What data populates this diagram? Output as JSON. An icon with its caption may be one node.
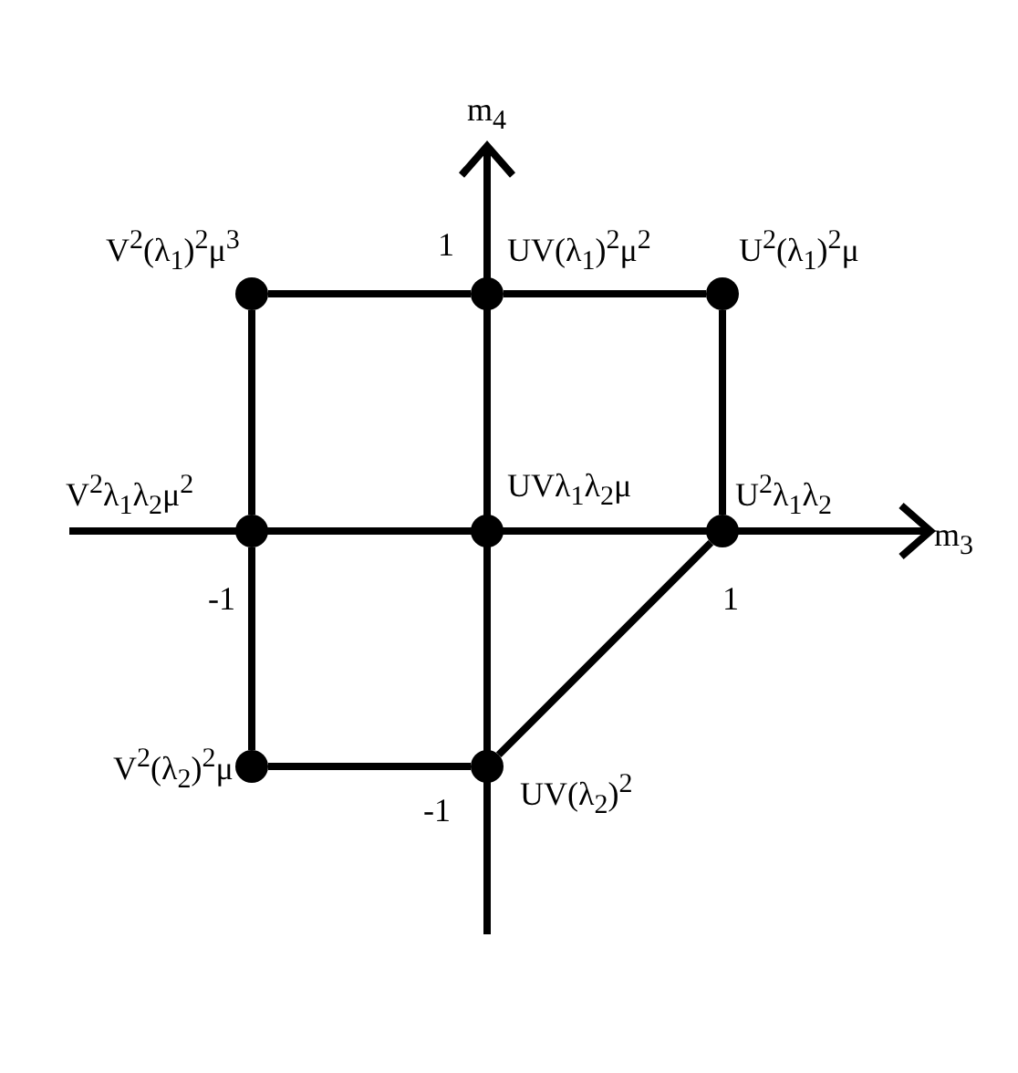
{
  "diagram": {
    "nodes": [
      {
        "text": [],
        "shape": "circle",
        "beside": [
          "V$^{2}$(λ$_{1}$)$^{2}$μ$^{3}$"
        ]
      },
      {
        "text": [],
        "shape": "circle",
        "beside": [
          "UV(λ$_{1}$)$^{2}$μ$^{2}$"
        ]
      },
      {
        "text": [],
        "shape": "circle",
        "beside": [
          "U$^{2}$(λ$_{1}$)$^{2}$μ"
        ]
      },
      {
        "text": [],
        "shape": "circle",
        "beside": [
          "V$^{2}$λ$_{1}$λ$_{2}$μ$^{2}$"
        ]
      },
      {
        "text": [],
        "shape": "circle",
        "beside": [
          "UVλ$_{1}$λ$_{2}$μ"
        ]
      },
      {
        "text": [],
        "shape": "circle",
        "beside": [
          "U$^{2}$λ$_{1}$λ$_{2}$"
        ]
      },
      {
        "text": [],
        "shape": "circle",
        "beside": [
          "V$^{2}$(λ$_{2}$)$^{2}$μ"
        ]
      },
      {
        "text": [],
        "shape": "circle",
        "beside": [
          "UV(λ$_{2}$)$^{2}$"
        ]
      }
    ],
    "edges": [
      {
        "from": 0,
        "to": 1,
        "arrow": "none"
      },
      {
        "from": 1,
        "to": 2,
        "arrow": "none"
      },
      {
        "from": 2,
        "to": 5,
        "arrow": "none"
      },
      {
        "from": 5,
        "to": 7,
        "arrow": "none"
      },
      {
        "from": 7,
        "to": 6,
        "arrow": "none"
      },
      {
        "from": 6,
        "to": 3,
        "arrow": "none"
      },
      {
        "from": 3,
        "to": 0,
        "arrow": "none"
      }
    ],
    "labels": [
      "m$_{4}$",
      "1",
      "m$_{3}$",
      "-1",
      "1",
      "-1"
    ]
  }
}
